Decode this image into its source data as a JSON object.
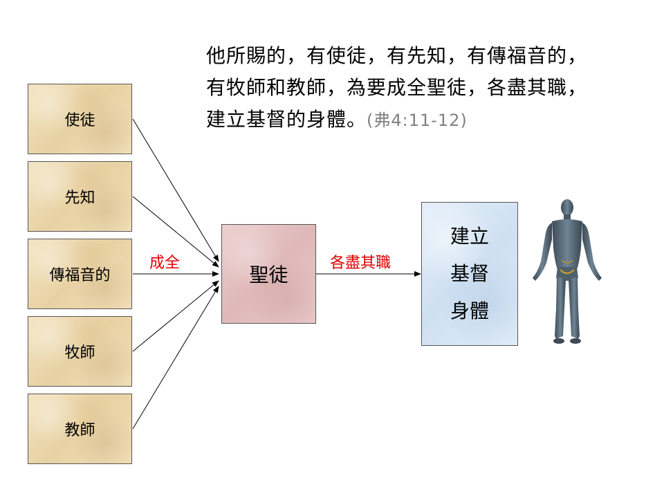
{
  "quote": {
    "line1": "他所賜的，有使徒，有先知，有傳福音的，",
    "line2": "有牧師和教師，為要成全聖徒，各盡其職，",
    "line3": "建立基督的身體。",
    "reference": "(弗4:11-12)"
  },
  "roles": [
    {
      "label": "使徒"
    },
    {
      "label": "先知"
    },
    {
      "label": "傳福音的"
    },
    {
      "label": "牧師"
    },
    {
      "label": "教師"
    }
  ],
  "edge_labels": {
    "equip": "成全",
    "each_role": "各盡其職"
  },
  "saints": {
    "label": "聖徒"
  },
  "build": {
    "line1": "建立",
    "line2": "基督",
    "line3": "身體"
  },
  "colors": {
    "role_fill": "#efdcb3",
    "saints_fill": "#e8c6c6",
    "build_fill": "#d9e8f6",
    "edge_label": "#e00000",
    "reference": "#808080"
  }
}
